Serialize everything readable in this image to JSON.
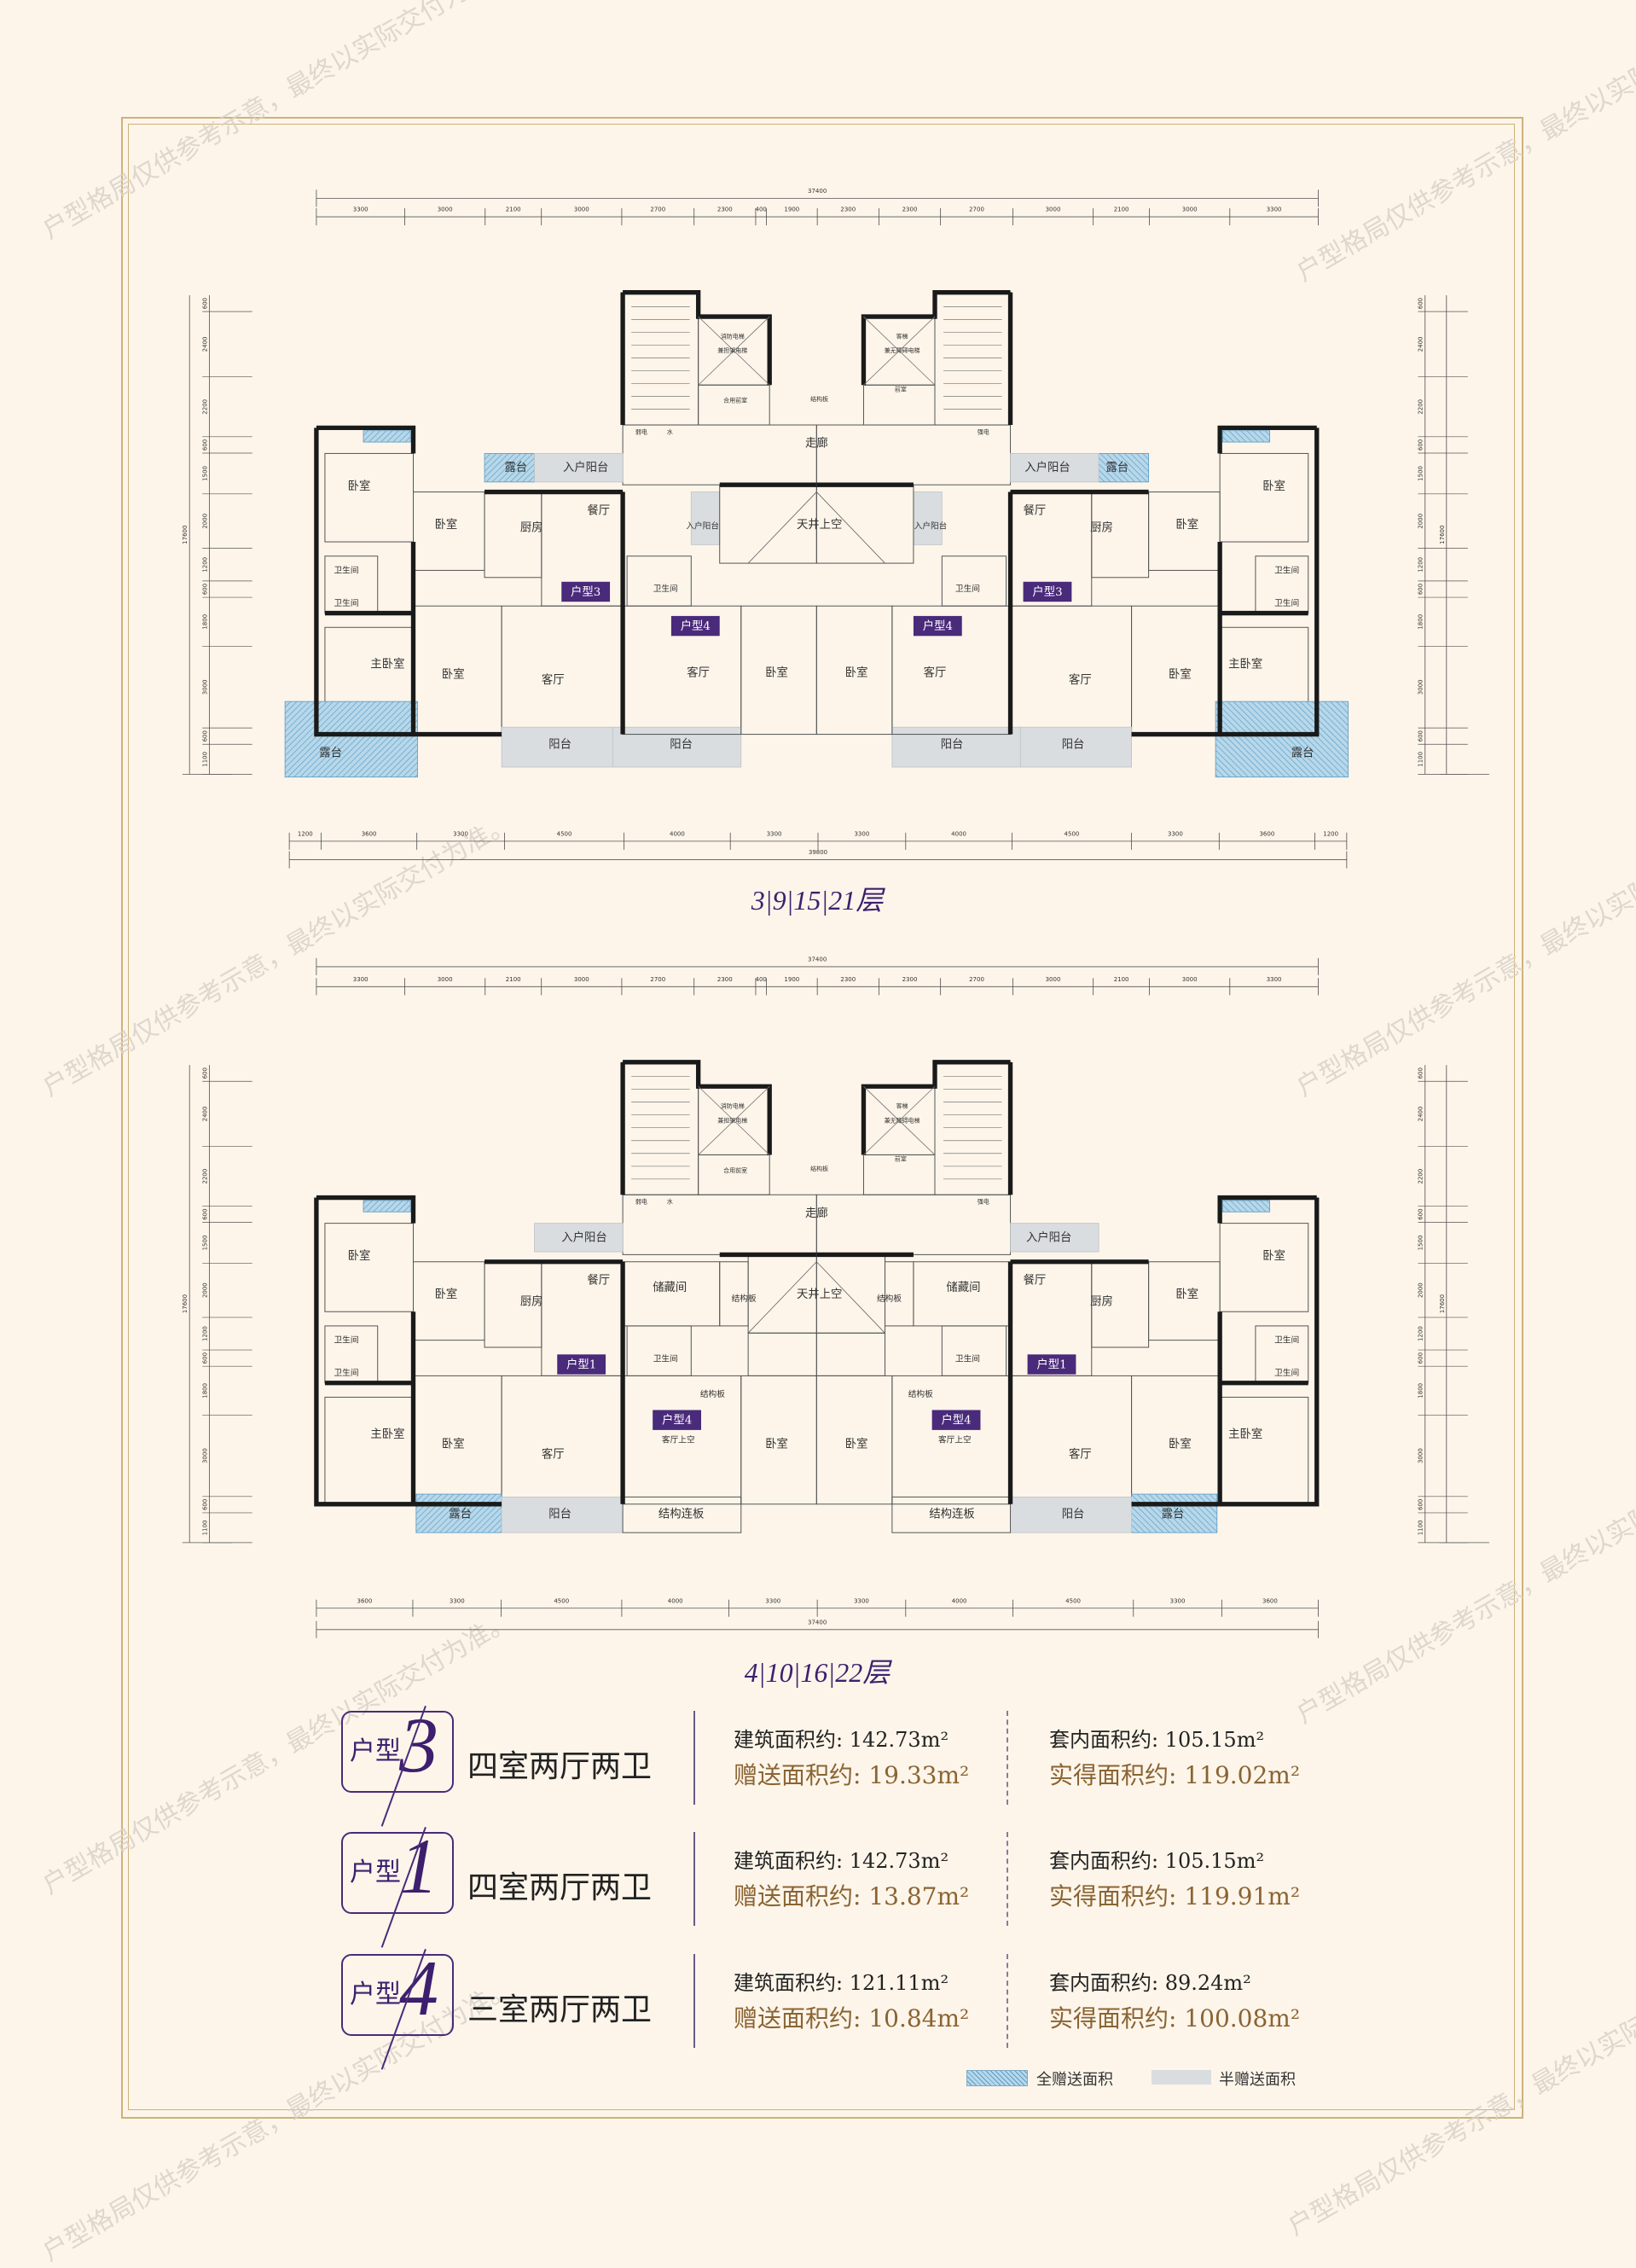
{
  "watermark": "户型格局仅供参考示意，最终以实际交付为准。",
  "plans": [
    {
      "floor_label": "3|9|15|21层",
      "dims": {
        "top_total": "37400",
        "top": [
          "3300",
          "3000",
          "2100",
          "3000",
          "2700",
          "2300",
          "400",
          "1900",
          "2300",
          "2300",
          "2700",
          "3000",
          "2100",
          "3000",
          "3300"
        ],
        "side_total": "17600",
        "side": [
          "600",
          "2400",
          "2200",
          "600",
          "1500",
          "2000",
          "1200",
          "600",
          "1800",
          "3000",
          "600",
          "1100"
        ],
        "bottom_total": "39800",
        "bottom": [
          "1200",
          "3600",
          "3300",
          "4500",
          "4000",
          "3300",
          "3300",
          "4000",
          "4500",
          "3300",
          "3600",
          "1200"
        ]
      },
      "badges": [
        "户型3",
        "户型4",
        "户型4",
        "户型3"
      ],
      "rooms": [
        "卧室",
        "卧室",
        "厨房",
        "餐厅",
        "卫生间",
        "卫生间",
        "主卧室",
        "卧室",
        "客厅",
        "露台",
        "入户阳台",
        "露台",
        "阳台",
        "阳台",
        "入户阳台",
        "卫生间",
        "客厅",
        "卧室",
        "天井上空",
        "走廊",
        "结构板",
        "合用前室",
        "前室",
        "消防电梯",
        "兼担架电梯",
        "客梯",
        "兼无障碍电梯",
        "弱电",
        "水",
        "强电",
        "卧室",
        "卧室",
        "厨房",
        "餐厅",
        "卫生间",
        "卫生间",
        "主卧室",
        "卧室",
        "客厅",
        "露台",
        "入户阳台",
        "露台",
        "阳台",
        "阳台",
        "入户阳台",
        "卫生间",
        "客厅",
        "卧室"
      ]
    },
    {
      "floor_label": "4|10|16|22层",
      "dims": {
        "top_total": "37400",
        "top": [
          "3300",
          "3000",
          "2100",
          "3000",
          "2700",
          "2300",
          "400",
          "1900",
          "2300",
          "2300",
          "2700",
          "3000",
          "2100",
          "3000",
          "3300"
        ],
        "side_total": "17600",
        "side": [
          "600",
          "2400",
          "2200",
          "600",
          "1500",
          "2000",
          "1200",
          "600",
          "1800",
          "3000",
          "600",
          "1100"
        ],
        "bottom_total": "37400",
        "bottom": [
          "3600",
          "3300",
          "4500",
          "4000",
          "3300",
          "3300",
          "4000",
          "4500",
          "3300",
          "3600"
        ]
      },
      "badges": [
        "户型1",
        "户型4",
        "户型4",
        "户型1"
      ],
      "rooms": [
        "卧室",
        "卧室",
        "厨房",
        "餐厅",
        "卫生间",
        "卫生间",
        "主卧室",
        "卧室",
        "客厅",
        "入户阳台",
        "露台",
        "阳台",
        "储藏间",
        "结构板",
        "卫生间",
        "结构板",
        "客厅上空",
        "卧室",
        "结构连板",
        "天井上空",
        "走廊",
        "结构板",
        "合用前室",
        "前室",
        "消防电梯",
        "兼担架电梯",
        "客梯",
        "兼无障碍电梯",
        "弱电",
        "水",
        "强电",
        "卧室",
        "卧室",
        "厨房",
        "餐厅",
        "卫生间",
        "卫生间",
        "主卧室",
        "卧室",
        "客厅",
        "入户阳台",
        "露台",
        "阳台",
        "储藏间",
        "结构板",
        "卫生间",
        "结构板",
        "客厅上空",
        "卧室",
        "结构连板"
      ]
    }
  ],
  "units": [
    {
      "prefix": "户型",
      "number": "3",
      "layout": "四室两厅两卫",
      "building_area": "建筑面积约: 142.73m²",
      "gift_area": "赠送面积约: 19.33m²",
      "inner_area": "套内面积约: 105.15m²",
      "actual_area": "实得面积约: 119.02m²"
    },
    {
      "prefix": "户型",
      "number": "1",
      "layout": "四室两厅两卫",
      "building_area": "建筑面积约: 142.73m²",
      "gift_area": "赠送面积约: 13.87m²",
      "inner_area": "套内面积约: 105.15m²",
      "actual_area": "实得面积约: 119.91m²"
    },
    {
      "prefix": "户型",
      "number": "4",
      "layout": "三室两厅两卫",
      "building_area": "建筑面积约: 121.11m²",
      "gift_area": "赠送面积约: 10.84m²",
      "inner_area": "套内面积约: 89.24m²",
      "actual_area": "实得面积约: 100.08m²"
    }
  ],
  "legend": {
    "full_gift": "全赠送面积",
    "half_gift": "半赠送面积"
  },
  "colors": {
    "accent": "#3d1f6e",
    "badge": "#4a2a7a",
    "gift": "#8a6432",
    "hatch": "#9ccbe4",
    "grey": "#d9dde0",
    "frame": "#cdb27a",
    "background": "#fdf5ea"
  }
}
